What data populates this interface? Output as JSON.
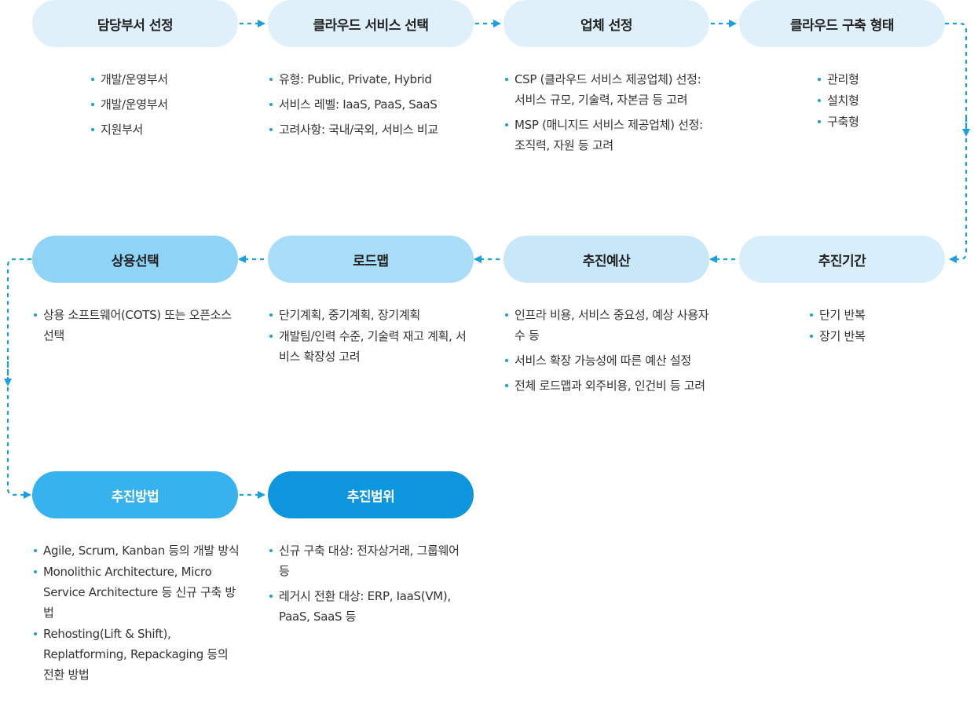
{
  "colors": {
    "arrow": "#1a9fe0",
    "bullet": "#1a9fe0",
    "row1": "#dff0fb",
    "row2_light": "#d8eefa",
    "row2_mid1": "#c8e8fa",
    "row2_mid2": "#a9ddf8",
    "row2_strong": "#8fd3f6",
    "row3_a": "#36b2ef",
    "row3_b": "#0d95dd"
  },
  "steps": [
    {
      "title": "담당부서 선정",
      "items": [
        "개발/운영부서",
        "개발/운영부서",
        "지원부서"
      ]
    },
    {
      "title": "클라우드 서비스 선택",
      "items": [
        "유형: Public, Private, Hybrid",
        "서비스 레벨: IaaS, PaaS, SaaS",
        "고려사항: 국내/국외, 서비스 비교"
      ]
    },
    {
      "title": "업체 선정",
      "items": [
        "CSP (클라우드 서비스 제공업체) 선정: 서비스 규모, 기술력, 자본금 등 고려",
        "MSP (매니지드 서비스 제공업체) 선정: 조직력, 자원 등 고려"
      ]
    },
    {
      "title": "클라우드 구축 형태",
      "items": [
        "관리형",
        "설치형",
        "구축형"
      ]
    },
    {
      "title": "추진기간",
      "items": [
        "단기 반복",
        "장기 반복"
      ]
    },
    {
      "title": "추진예산",
      "items": [
        "인프라 비용, 서비스 중요성, 예상 사용자 수 등",
        "서비스 확장 가능성에 따른 예산 설정",
        "전체 로드맵과 외주비용, 인건비 등 고려"
      ]
    },
    {
      "title": "로드맵",
      "items": [
        "단기계획, 중기계획, 장기계획",
        "개발팀/인력 수준, 기술력 재고 계획, 서비스 확장성 고려"
      ]
    },
    {
      "title": "상용선택",
      "items": [
        "상용 소프트웨어(COTS) 또는 오픈소스 선택"
      ]
    },
    {
      "title": "추진방법",
      "items": [
        "Agile, Scrum, Kanban 등의 개발 방식",
        "Monolithic Architecture, Micro Service Architecture 등 신규 구축 방법",
        "Rehosting(Lift & Shift), Replatforming, Repackaging 등의 전환 방법"
      ]
    },
    {
      "title": "추진범위",
      "items": [
        "신규 구축 대상: 전자상거래, 그룹웨어 등",
        "레거시 전환 대상: ERP, IaaS(VM), PaaS, SaaS 등"
      ]
    }
  ]
}
